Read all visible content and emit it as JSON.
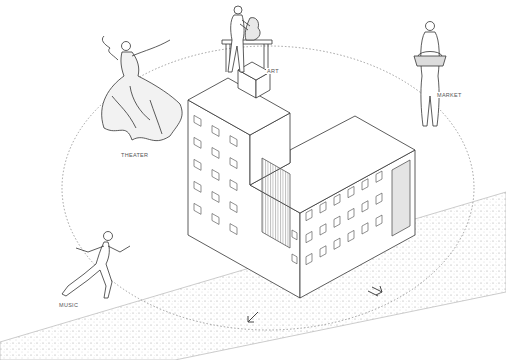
{
  "diagram": {
    "labels": [
      "ART",
      "MARKET",
      "THEATER",
      "MUSIC"
    ]
  }
}
